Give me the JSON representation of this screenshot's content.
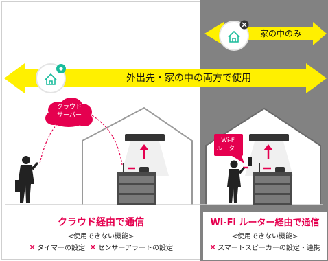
{
  "arrows": {
    "top_label": "家の中のみ",
    "bottom_label": "外出先・家の中の両方で使用"
  },
  "bubbles": {
    "cloud": "クラウド\nサーバー",
    "wifi": "Wi-Fi\nルーター"
  },
  "left_panel": {
    "title": "クラウド経由で通信",
    "subtitle": "<使用できない機能>",
    "limitations": [
      "タイマーの設定",
      "センサーアラートの設定"
    ]
  },
  "right_panel": {
    "title": "Wi-Fi ルーター経由で通信",
    "subtitle": "<使用できない機能>",
    "limitations": [
      "スマートスピーカーの設定・連携"
    ]
  },
  "colors": {
    "accent": "#e5004f",
    "arrow_yellow": "#fff000",
    "right_bg": "#828282",
    "house_stroke": "#9a9a9a",
    "teal_badge": "#1abc9c"
  }
}
